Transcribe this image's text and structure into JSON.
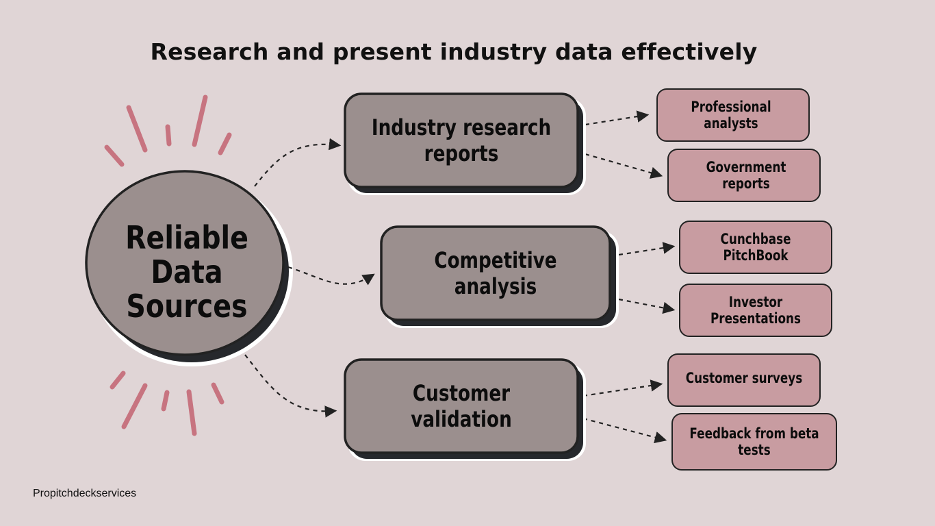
{
  "title": "Research and present industry data effectively",
  "hub": {
    "lines": [
      "Reliable",
      "Data",
      "Sources"
    ]
  },
  "branches": [
    {
      "lines": [
        "Industry research",
        "reports"
      ],
      "leaves": [
        {
          "lines": [
            "Professional",
            "analysts"
          ]
        },
        {
          "lines": [
            "Government",
            "reports"
          ]
        }
      ]
    },
    {
      "lines": [
        "Competitive",
        "analysis"
      ],
      "leaves": [
        {
          "lines": [
            "Cunchbase",
            "PitchBook"
          ]
        },
        {
          "lines": [
            "Investor",
            "Presentations"
          ]
        }
      ]
    },
    {
      "lines": [
        "Customer",
        "validation"
      ],
      "leaves": [
        {
          "lines": [
            "Customer surveys"
          ]
        },
        {
          "lines": [
            "Feedback from beta",
            "tests"
          ]
        }
      ]
    }
  ],
  "footer": "Propitchdeckservices",
  "colors": {
    "background": "#e0d5d6",
    "node_fill": "#9b8f8e",
    "leaf_fill": "#c89ca1",
    "outline": "#222222",
    "shadow": "#26282c",
    "accent_rays": "#c77480"
  }
}
